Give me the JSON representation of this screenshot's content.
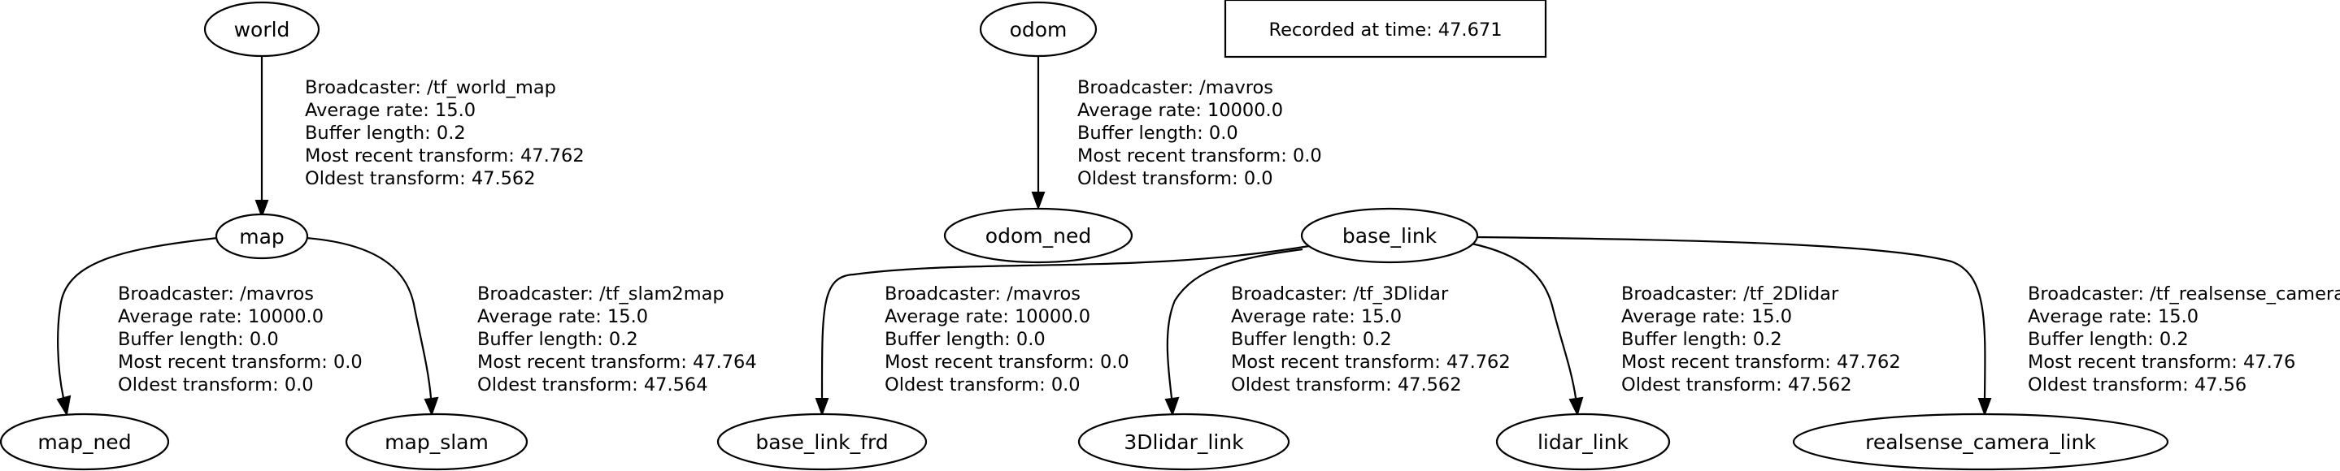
{
  "recorded_at": "Recorded at time: 47.671",
  "nodes": [
    {
      "id": "world",
      "label": "world"
    },
    {
      "id": "map",
      "label": "map"
    },
    {
      "id": "map_ned",
      "label": "map_ned"
    },
    {
      "id": "map_slam",
      "label": "map_slam"
    },
    {
      "id": "odom",
      "label": "odom"
    },
    {
      "id": "odom_ned",
      "label": "odom_ned"
    },
    {
      "id": "base_link",
      "label": "base_link"
    },
    {
      "id": "base_link_frd",
      "label": "base_link_frd"
    },
    {
      "id": "3Dlidar_link",
      "label": "3Dlidar_link"
    },
    {
      "id": "lidar_link",
      "label": "lidar_link"
    },
    {
      "id": "realsense_camera_link",
      "label": "realsense_camera_link"
    }
  ],
  "edges": [
    {
      "from": "world",
      "to": "map",
      "broadcaster": "Broadcaster: /tf_world_map",
      "average_rate": "Average rate: 15.0",
      "buffer_length": "Buffer length: 0.2",
      "most_recent": "Most recent transform: 47.762",
      "oldest": "Oldest transform: 47.562"
    },
    {
      "from": "map",
      "to": "map_ned",
      "broadcaster": "Broadcaster: /mavros",
      "average_rate": "Average rate: 10000.0",
      "buffer_length": "Buffer length: 0.0",
      "most_recent": "Most recent transform: 0.0",
      "oldest": "Oldest transform: 0.0"
    },
    {
      "from": "map",
      "to": "map_slam",
      "broadcaster": "Broadcaster: /tf_slam2map",
      "average_rate": "Average rate: 15.0",
      "buffer_length": "Buffer length: 0.2",
      "most_recent": "Most recent transform: 47.764",
      "oldest": "Oldest transform: 47.564"
    },
    {
      "from": "odom",
      "to": "odom_ned",
      "broadcaster": "Broadcaster: /mavros",
      "average_rate": "Average rate: 10000.0",
      "buffer_length": "Buffer length: 0.0",
      "most_recent": "Most recent transform: 0.0",
      "oldest": "Oldest transform: 0.0"
    },
    {
      "from": "base_link",
      "to": "base_link_frd",
      "broadcaster": "Broadcaster: /mavros",
      "average_rate": "Average rate: 10000.0",
      "buffer_length": "Buffer length: 0.0",
      "most_recent": "Most recent transform: 0.0",
      "oldest": "Oldest transform: 0.0"
    },
    {
      "from": "base_link",
      "to": "3Dlidar_link",
      "broadcaster": "Broadcaster: /tf_3Dlidar",
      "average_rate": "Average rate: 15.0",
      "buffer_length": "Buffer length: 0.2",
      "most_recent": "Most recent transform: 47.762",
      "oldest": "Oldest transform: 47.562"
    },
    {
      "from": "base_link",
      "to": "lidar_link",
      "broadcaster": "Broadcaster: /tf_2Dlidar",
      "average_rate": "Average rate: 15.0",
      "buffer_length": "Buffer length: 0.2",
      "most_recent": "Most recent transform: 47.762",
      "oldest": "Oldest transform: 47.562"
    },
    {
      "from": "base_link",
      "to": "realsense_camera_link",
      "broadcaster": "Broadcaster: /tf_realsense_camera",
      "average_rate": "Average rate: 15.0",
      "buffer_length": "Buffer length: 0.2",
      "most_recent": "Most recent transform: 47.76",
      "oldest": "Oldest transform: 47.56"
    }
  ]
}
